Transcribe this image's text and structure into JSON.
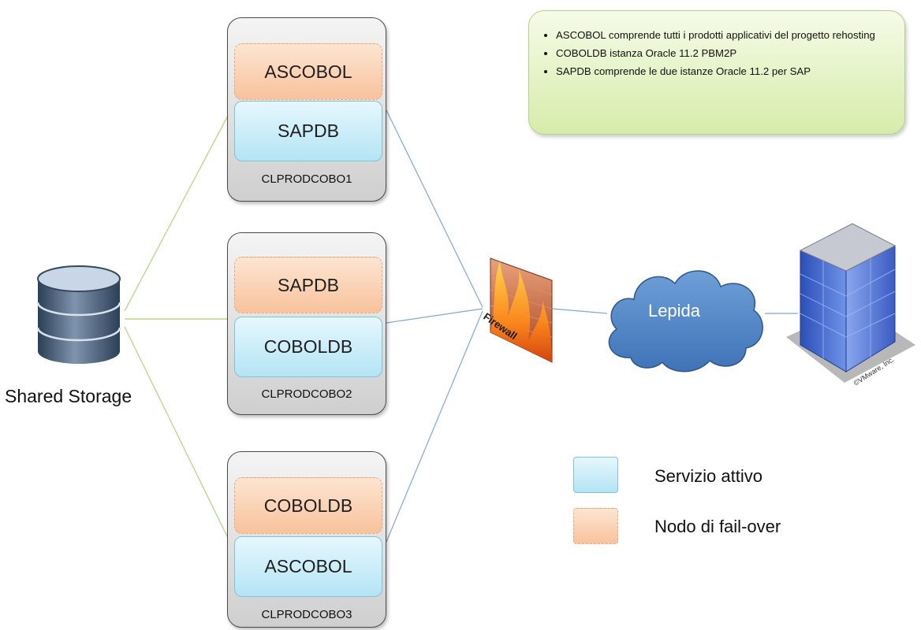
{
  "colors": {
    "active_service": "#b4e4f5",
    "failover_node": "#f8c29c",
    "note_bg": "#d6ecaa",
    "cloud": "#4f86c9",
    "storage_link": "#b9d98c",
    "network_link": "#7fa7d6"
  },
  "note": {
    "items": [
      "ASCOBOL comprende tutti i prodotti applicativi del progetto rehosting",
      "COBOLDB istanza Oracle 11.2 PBM2P",
      "SAPDB comprende le due istanze Oracle 11.2 per SAP"
    ]
  },
  "storage": {
    "label": "Shared Storage",
    "icon": "database-icon"
  },
  "nodes": [
    {
      "name": "CLPRODCOBO1",
      "failover": "ASCOBOL",
      "active": "SAPDB"
    },
    {
      "name": "CLPRODCOBO2",
      "failover": "SAPDB",
      "active": "COBOLDB"
    },
    {
      "name": "CLPRODCOBO3",
      "failover": "COBOLDB",
      "active": "ASCOBOL"
    }
  ],
  "firewall": {
    "label": "Firewall",
    "icon": "firewall-icon"
  },
  "cloud": {
    "label": "Lepida",
    "icon": "cloud-icon"
  },
  "building": {
    "icon": "building-icon",
    "credit": "©VMware, Inc."
  },
  "legend": [
    {
      "kind": "active",
      "label": "Servizio attivo"
    },
    {
      "kind": "failover",
      "label": "Nodo di fail-over"
    }
  ]
}
